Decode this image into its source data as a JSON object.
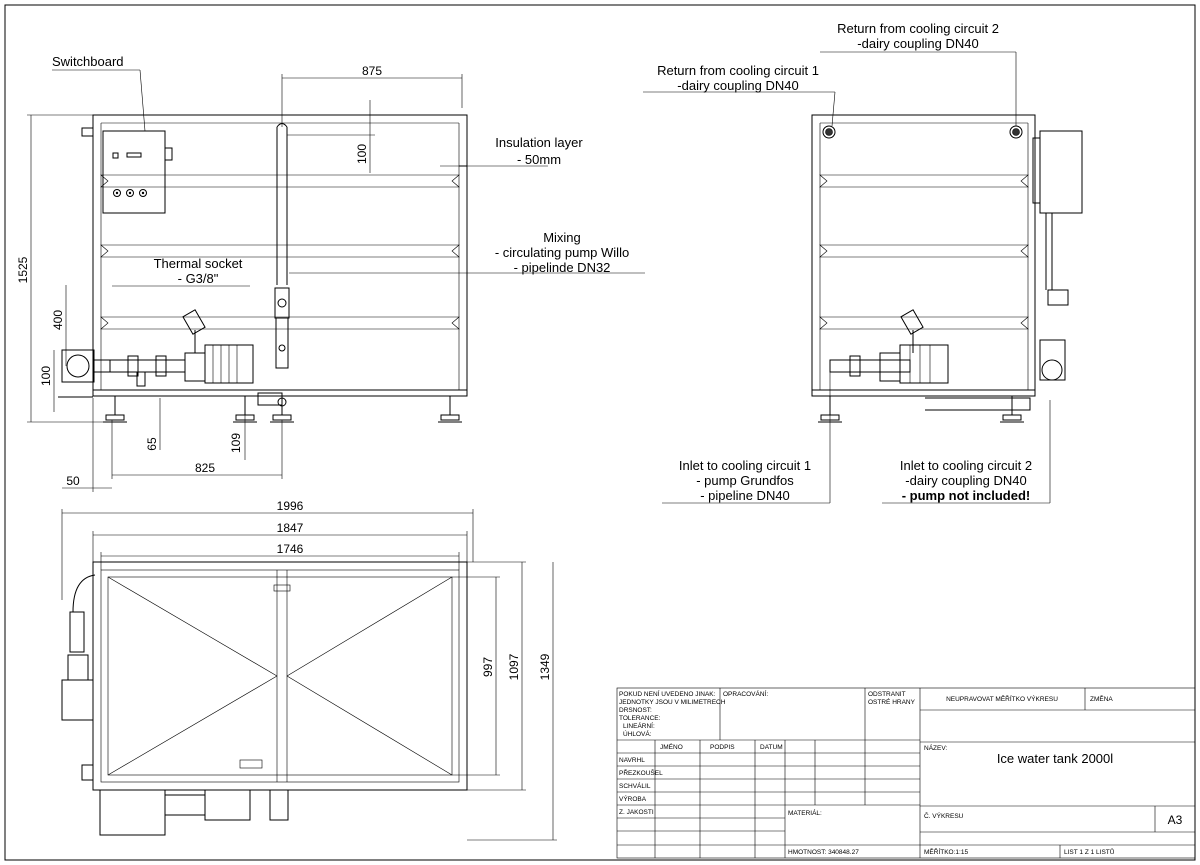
{
  "annotations": {
    "switchboard": "Switchboard",
    "insulation_1": "Insulation layer",
    "insulation_2": "- 50mm",
    "mixing_1": "Mixing",
    "mixing_2": "- circulating pump Willo",
    "mixing_3": "- pipelinde DN32",
    "thermal_1": "Thermal socket",
    "thermal_2": "- G3/8\"",
    "return1_1": "Return from cooling circuit 1",
    "return1_2": "-dairy coupling DN40",
    "return2_1": "Return from cooling circuit 2",
    "return2_2": "-dairy coupling DN40",
    "inlet1_1": "Inlet to cooling circuit 1",
    "inlet1_2": "- pump Grundfos",
    "inlet1_3": "- pipeline DN40",
    "inlet2_1": "Inlet to cooling circuit 2",
    "inlet2_2": "-dairy coupling DN40",
    "inlet2_3": "- pump not included!"
  },
  "dimensions": {
    "d875": "875",
    "d100a": "100",
    "d1525": "1525",
    "d400": "400",
    "d100b": "100",
    "d65": "65",
    "d109": "109",
    "d825": "825",
    "d50": "50",
    "d1996": "1996",
    "d1847": "1847",
    "d1746": "1746",
    "d997": "997",
    "d1097": "1097",
    "d1349": "1349"
  },
  "title_block": {
    "notes": [
      "POKUD NENÍ UVEDENO JINAK:",
      "JEDNOTKY JSOU V MILIMETRECH",
      "DRSNOST:",
      "TOLERANCE:",
      "LINEÁRNÍ:",
      "ÚHLOVÁ:"
    ],
    "opracovani": "OPRACOVÁNÍ:",
    "odstranit_1": "ODSTRANIT",
    "odstranit_2": "OSTRÉ HRANY",
    "neupravovat": "NEUPRAVOVAT MĚŘÍTKO VÝKRESU",
    "zmena": "ZMĚNA",
    "col_jmeno": "JMÉNO",
    "col_podpis": "PODPIS",
    "col_datum": "DATUM",
    "rows": [
      "NAVRHL",
      "PŘEZKOUŠEL",
      "SCHVÁLIL",
      "VÝROBA",
      "Z. JAKOSTI"
    ],
    "nazev_label": "NÁZEV:",
    "title": "Ice water tank 2000l",
    "material": "MATERIÁL:",
    "c_vykresu": "Č. VÝKRESU",
    "format": "A3",
    "hmotnost": "HMOTNOST: 340848.27",
    "meritko": "MĚŘÍTKO:1:15",
    "list": "LIST 1 Z 1 LISTŮ"
  }
}
